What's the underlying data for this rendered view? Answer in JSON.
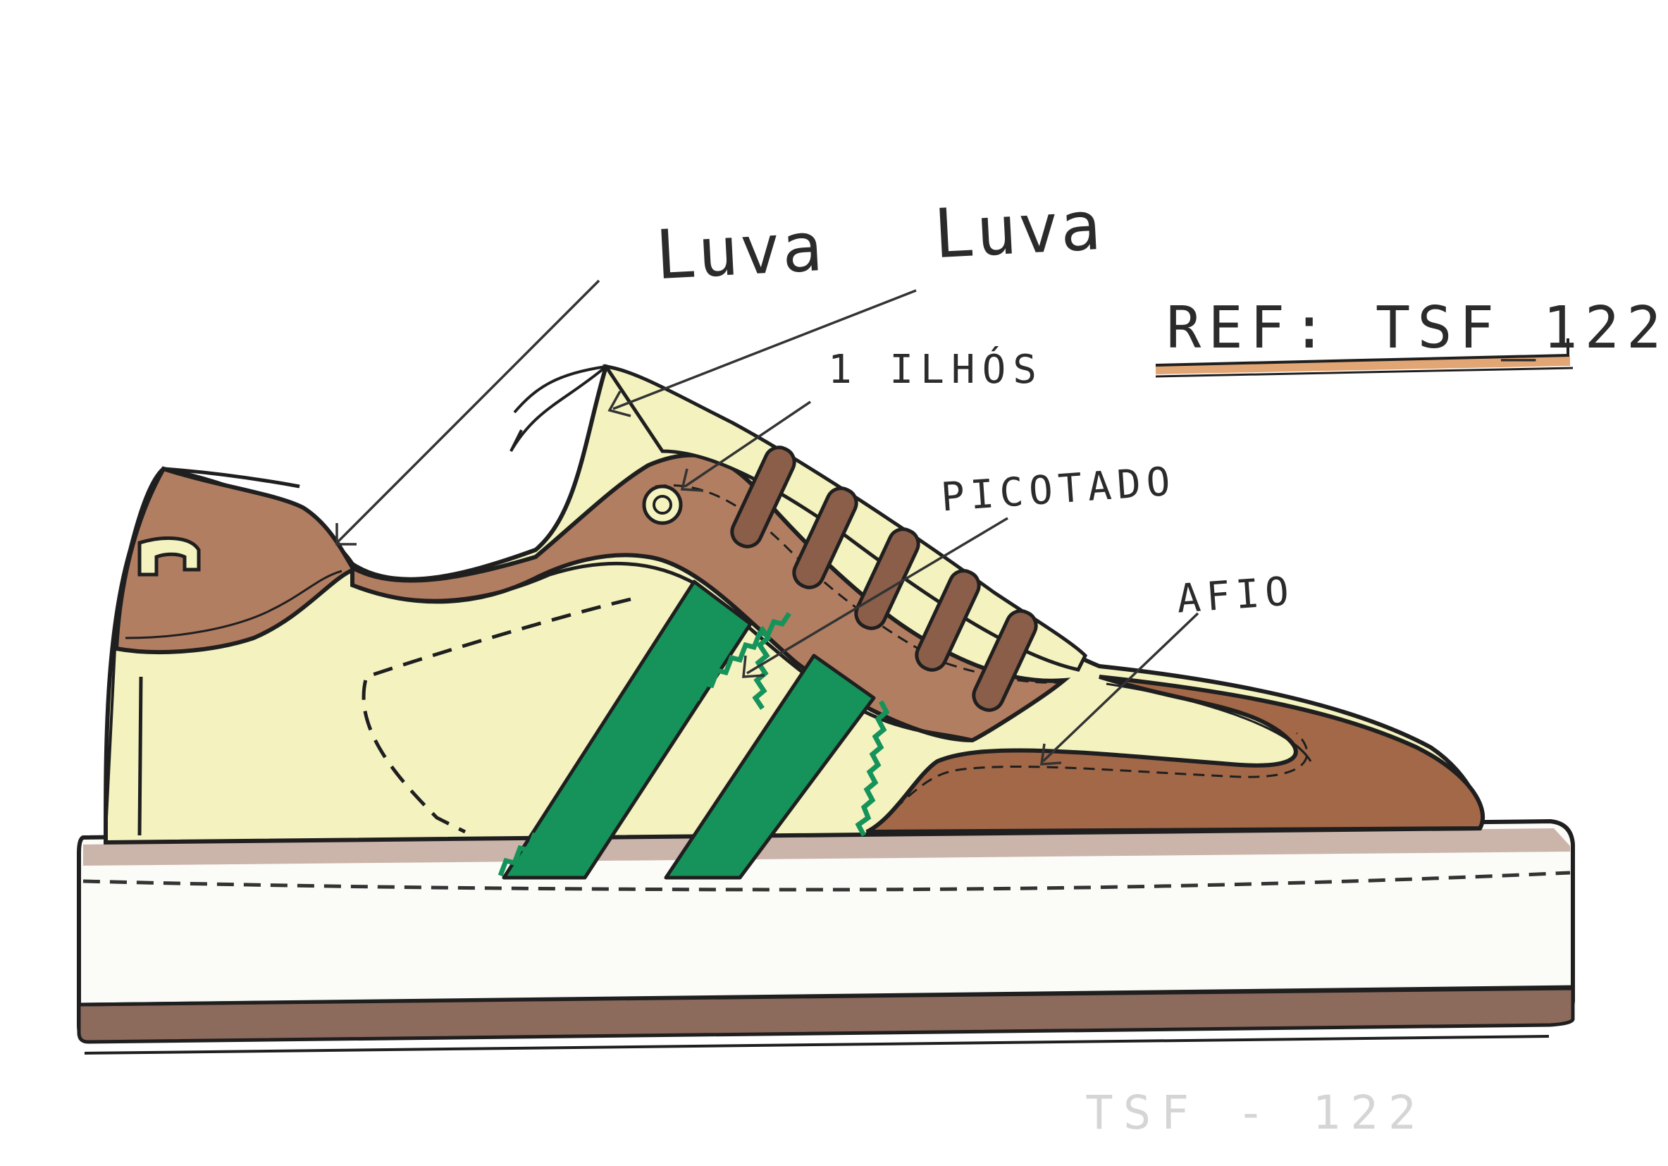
{
  "labels": {
    "luva_1": "Luva",
    "luva_2": "Luva",
    "ilhos": "1 ILHÓS",
    "picotado": "PICOTADO",
    "afio": "AFIO",
    "reference": "REF: TSF_122",
    "watermark": "TSF - 122"
  },
  "colors": {
    "outline": "#1f1f1f",
    "upper_cream": "#f4f3c0",
    "leather_brown": "#b27e62",
    "toe_brown": "#a26848",
    "stripe_green": "#16935a",
    "sole_white": "#fbfbf8",
    "sole_band_brown": "#8c6a5c",
    "ref_underline": "#e2a574",
    "watermark": "#d5d5d5"
  },
  "icons": [
    "shoe-sketch",
    "eyelet-icon",
    "heel-logo-icon",
    "annotation-arrow-icon"
  ]
}
